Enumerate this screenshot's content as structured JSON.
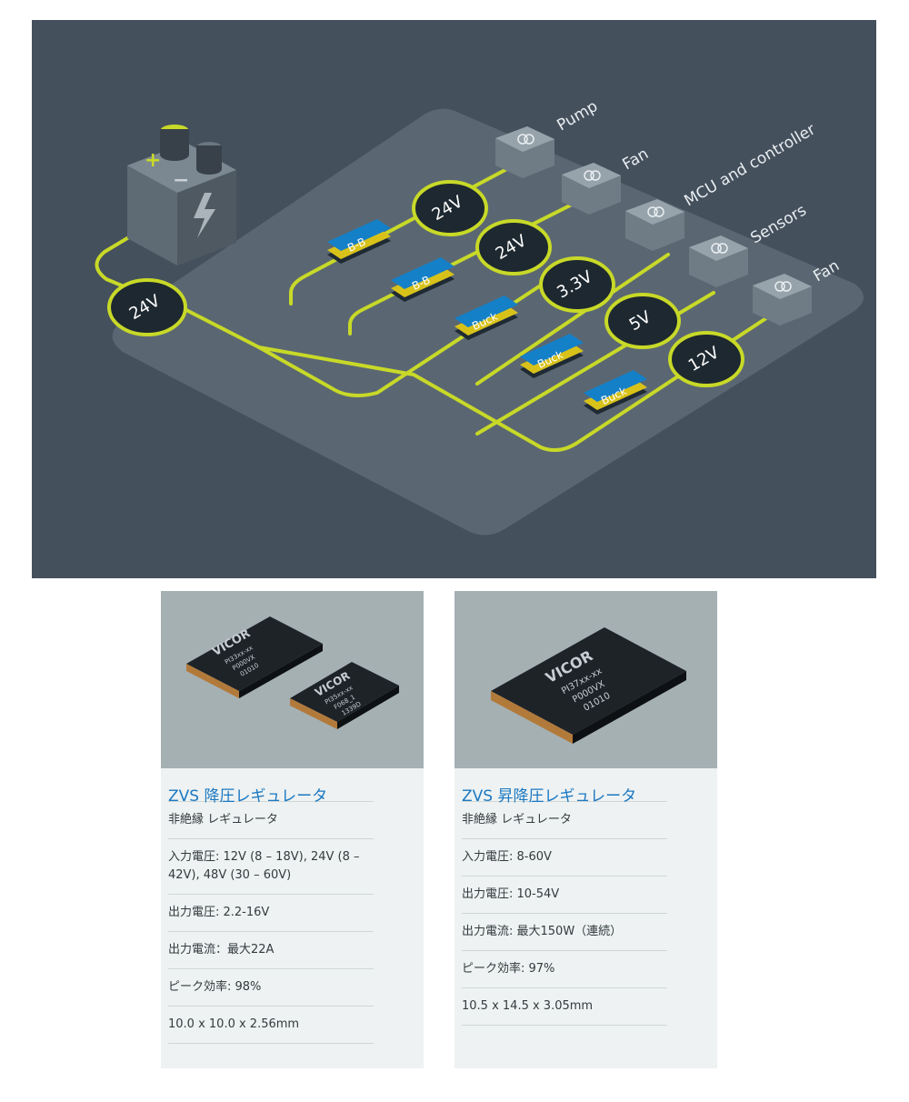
{
  "diagram": {
    "input_voltage": "24V",
    "battery_plus": "+",
    "battery_minus": "−",
    "loads": [
      "Pump",
      "Fan",
      "MCU and controller",
      "Sensors",
      "Fan"
    ],
    "rail_voltages": [
      "24V",
      "24V",
      "3.3V",
      "5V",
      "12V"
    ],
    "converters": [
      "B-B",
      "B-B",
      "Buck",
      "Buck",
      "Buck"
    ],
    "colors": {
      "background": "#45505d",
      "platform": "#5a6772",
      "wire": "#c8d928",
      "converter": "#1480c8",
      "badge": "#1d2830"
    }
  },
  "products": [
    {
      "chip_text": [
        "VICOR",
        "PI33xx-xx",
        "P000VX",
        "01010",
        "PI35xx-xx",
        "F068_1",
        "1339D"
      ],
      "title": "ZVS 降圧レギュレータ",
      "specs": [
        "非絶縁 レギュレータ",
        "入力電圧: 12V (8 – 18V), 24V (8 – 42V), 48V (30 – 60V)",
        "出力電圧: 2.2-16V",
        "出力電流：最大22A",
        "ピーク効率: 98%",
        "10.0 x 10.0 x 2.56mm"
      ]
    },
    {
      "chip_text": [
        "VICOR",
        "PI37xx-xx",
        "P000VX",
        "01010"
      ],
      "title": "ZVS 昇降圧レギュレータ",
      "specs": [
        "非絶縁 レギュレータ",
        "入力電圧:  8-60V",
        "出力電圧: 10-54V",
        "出力電流: 最大150W（連続）",
        "ピーク効率: 97%",
        "10.5 x 14.5 x 3.05mm"
      ]
    }
  ]
}
